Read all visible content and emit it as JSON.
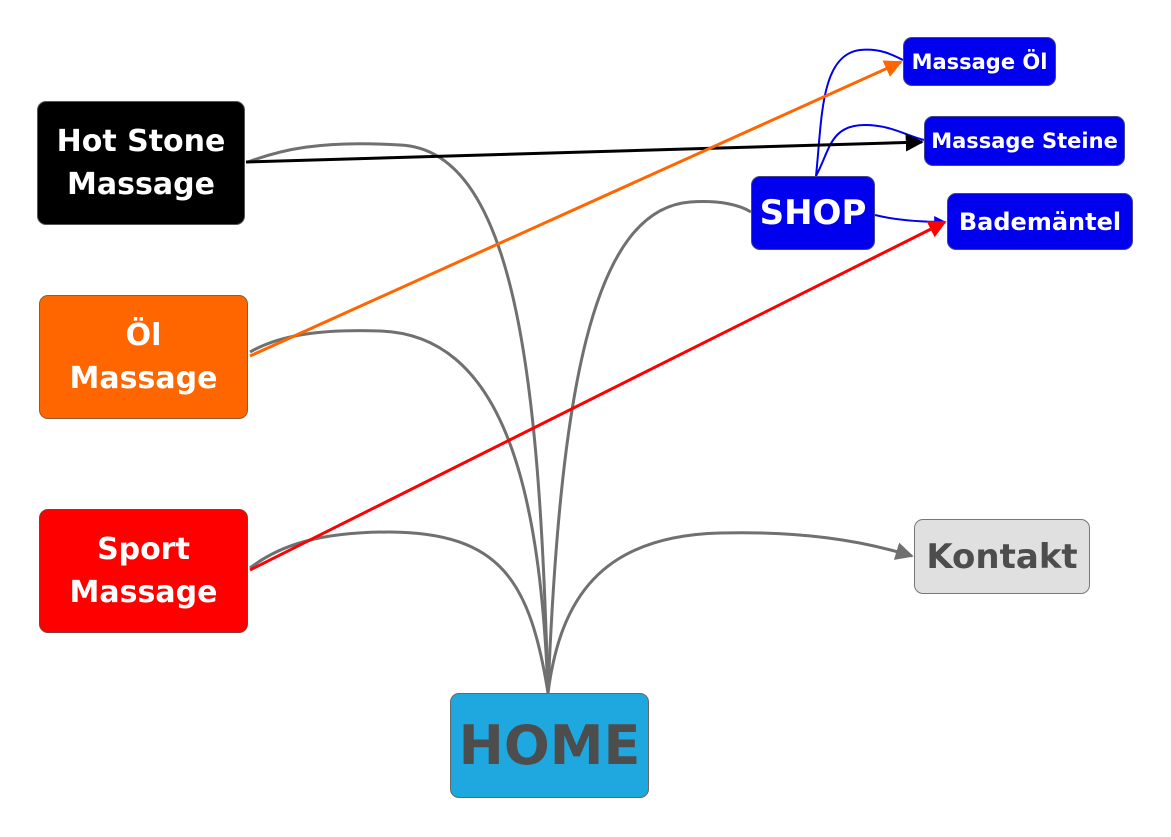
{
  "nodes": {
    "hot_stone": {
      "lines": [
        "Hot Stone",
        "Massage"
      ]
    },
    "oil": {
      "lines": [
        "Öl",
        "Massage"
      ]
    },
    "sport": {
      "lines": [
        "Sport",
        "Massage"
      ]
    },
    "home": {
      "label": "HOME"
    },
    "shop": {
      "label": "SHOP"
    },
    "massage_oel": {
      "label": "Massage Öl"
    },
    "massage_steine": {
      "label": "Massage Steine"
    },
    "bademaentel": {
      "label": "Bademäntel"
    },
    "kontakt": {
      "label": "Kontakt"
    }
  },
  "colors": {
    "home_edges": "#707070",
    "shop_edges": "#0000ee",
    "hot_stone_link": "#000000",
    "oil_link": "#ff6600",
    "sport_link": "#ff0000"
  }
}
